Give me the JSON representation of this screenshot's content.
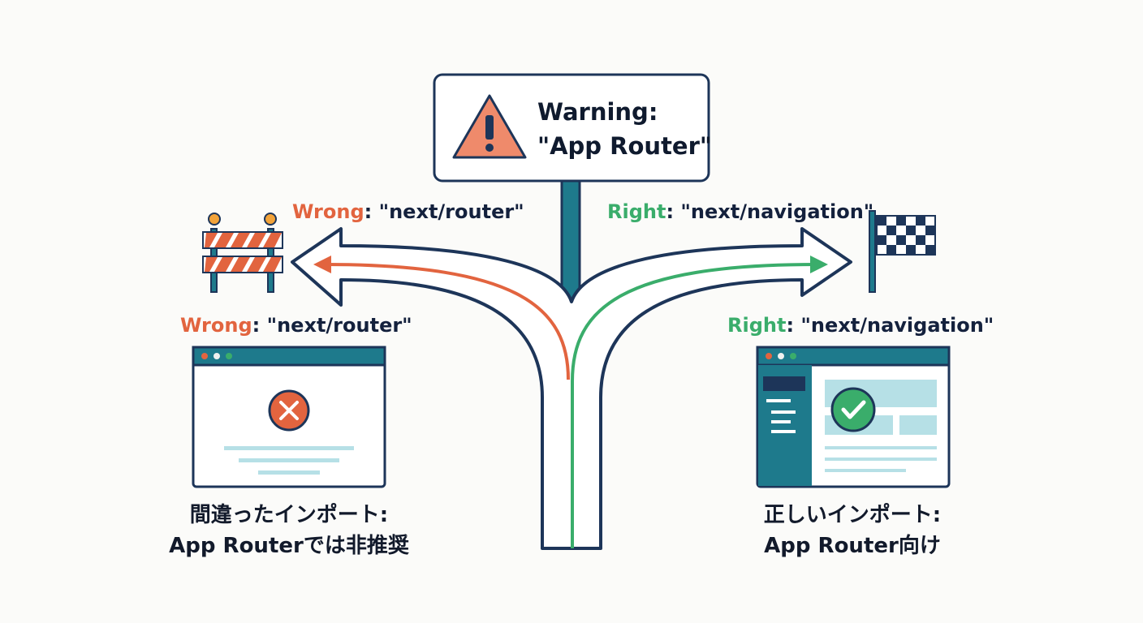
{
  "sign": {
    "line1": "Warning:",
    "line2": "\"App Router\""
  },
  "left_route": {
    "keyword": "Wrong",
    "rest": ": \"next/router\""
  },
  "right_route": {
    "keyword": "Right",
    "rest": ": \"next/navigation\""
  },
  "left_panel": {
    "keyword": "Wrong",
    "rest": ": \"next/router\"",
    "caption_line1": "間違ったインポート:",
    "caption_line2": "App Routerでは非推奨"
  },
  "right_panel": {
    "keyword": "Right",
    "rest": ": \"next/navigation\"",
    "caption_line1": "正しいインポート:",
    "caption_line2": "App Router向け"
  },
  "icons": [
    "warning-triangle-icon",
    "barrier-icon",
    "checkered-flag-icon",
    "error-x-icon",
    "success-check-icon"
  ],
  "colors": {
    "navy": "#1d3559",
    "wrong": "#e2643f",
    "right": "#3aad6b",
    "teal": "#1e7a8c",
    "warning_fill": "#ef8a6b"
  }
}
